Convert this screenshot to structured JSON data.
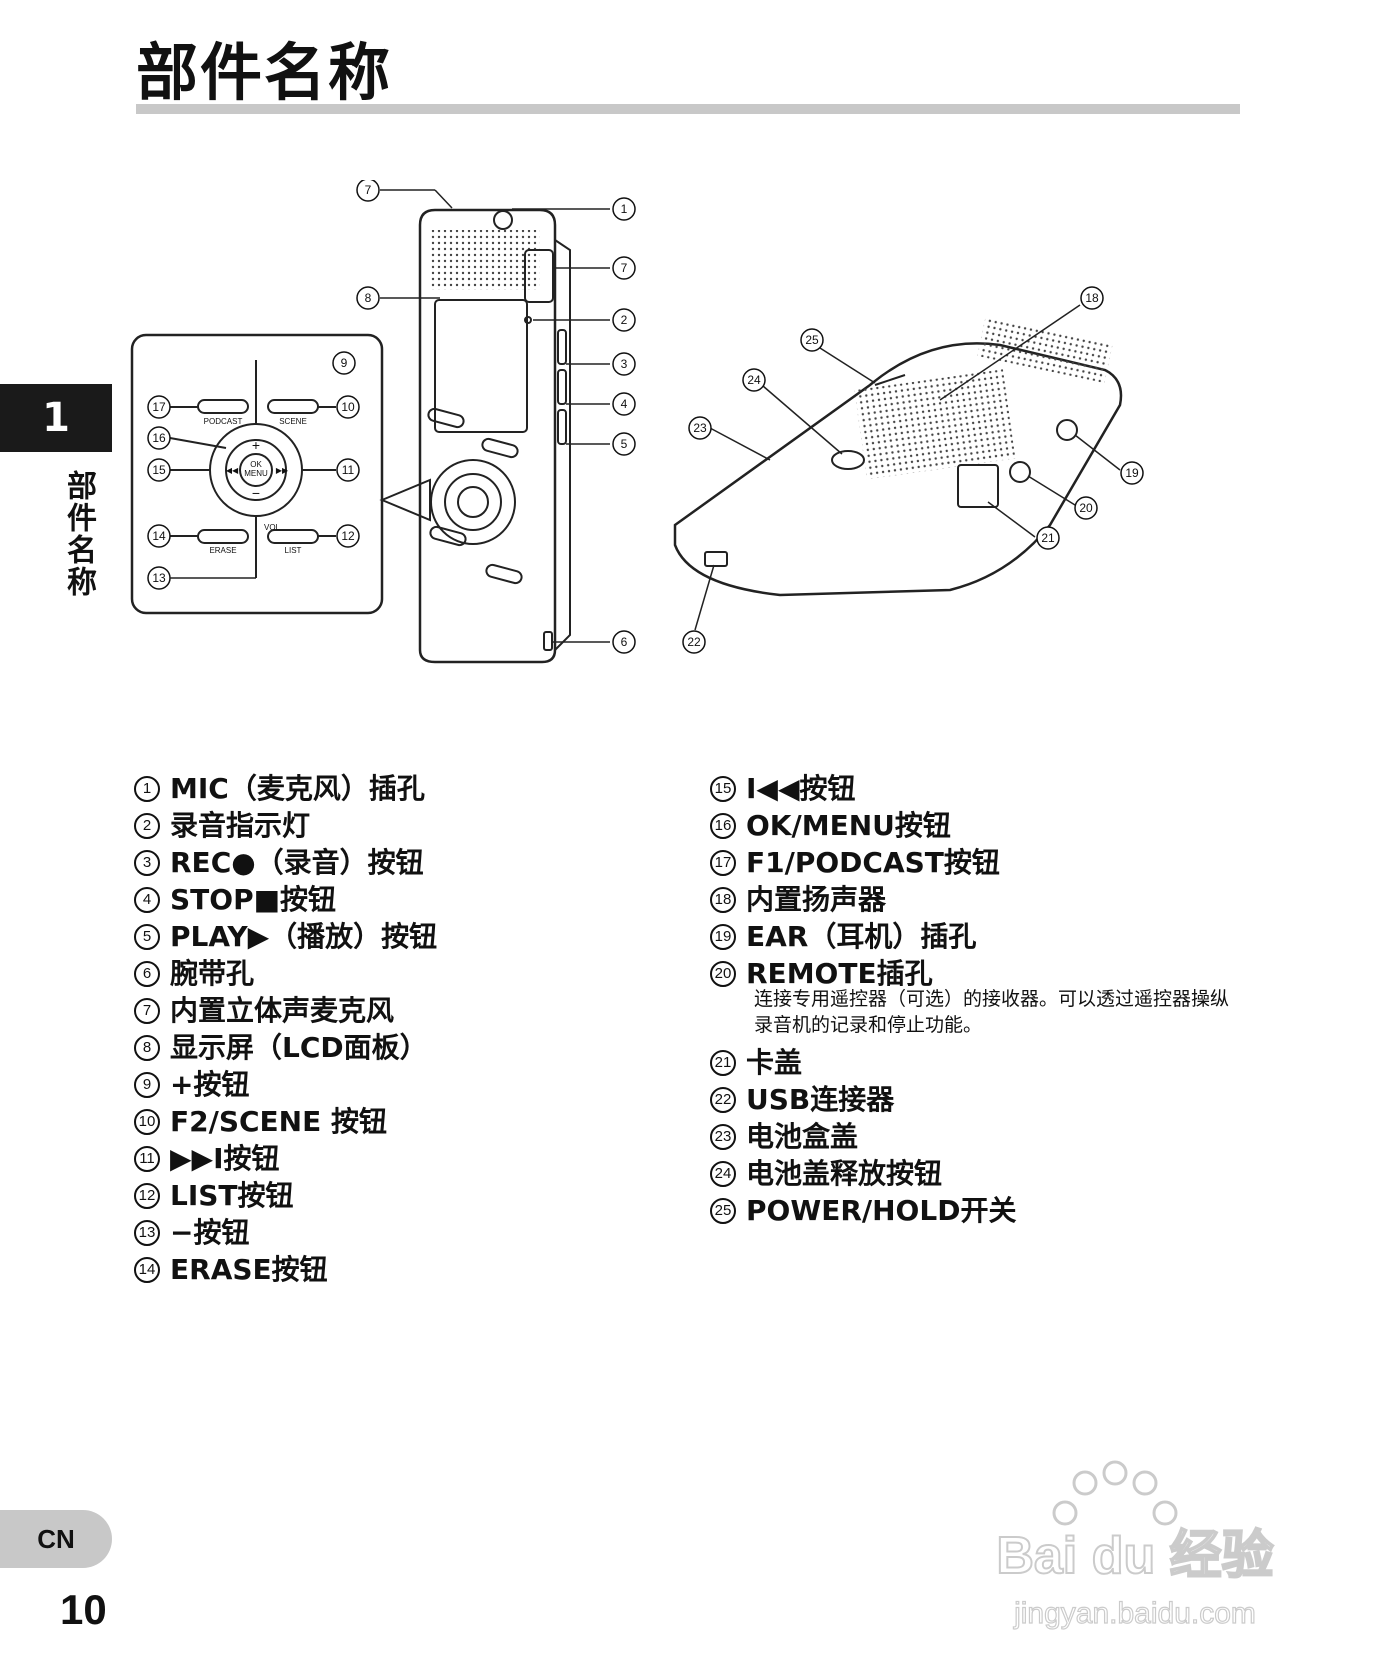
{
  "page": {
    "title": "部件名称",
    "chapter_number": "1",
    "chapter_title": "部件名称",
    "language": "CN",
    "page_number": "10"
  },
  "diagram": {
    "keypad_labels": {
      "podcast": "PODCAST",
      "scene": "SCENE",
      "plus": "+",
      "ok": "OK",
      "menu": "MENU",
      "minus": "−",
      "vol": "VOL",
      "erase": "ERASE",
      "list": "LIST",
      "rew": "◀◀",
      "ff": "▶▶"
    },
    "callouts": [
      "1",
      "2",
      "3",
      "4",
      "5",
      "6",
      "7",
      "7",
      "8",
      "9",
      "10",
      "11",
      "12",
      "13",
      "14",
      "15",
      "16",
      "17",
      "18",
      "19",
      "20",
      "21",
      "22",
      "23",
      "24",
      "25"
    ]
  },
  "parts_left": [
    {
      "num": "1",
      "label": "MIC（麦克风）插孔"
    },
    {
      "num": "2",
      "label": "录音指示灯"
    },
    {
      "num": "3",
      "label": "REC●（录音）按钮"
    },
    {
      "num": "4",
      "label": "STOP■按钮"
    },
    {
      "num": "5",
      "label": "PLAY▶（播放）按钮"
    },
    {
      "num": "6",
      "label": "腕带孔"
    },
    {
      "num": "7",
      "label": "内置立体声麦克风"
    },
    {
      "num": "8",
      "label": "显示屏（LCD面板）"
    },
    {
      "num": "9",
      "label": "+按钮"
    },
    {
      "num": "10",
      "label": "F2/SCENE 按钮"
    },
    {
      "num": "11",
      "label": "▶▶I按钮"
    },
    {
      "num": "12",
      "label": "LIST按钮"
    },
    {
      "num": "13",
      "label": "−按钮"
    },
    {
      "num": "14",
      "label": "ERASE按钮"
    }
  ],
  "parts_right": [
    {
      "num": "15",
      "label": "I◀◀按钮"
    },
    {
      "num": "16",
      "label": "OK/MENU按钮"
    },
    {
      "num": "17",
      "label": "F1/PODCAST按钮"
    },
    {
      "num": "18",
      "label": "内置扬声器"
    },
    {
      "num": "19",
      "label": "EAR（耳机）插孔"
    },
    {
      "num": "20",
      "label": "REMOTE插孔"
    },
    {
      "num": "21",
      "label": "卡盖"
    },
    {
      "num": "22",
      "label": "USB连接器"
    },
    {
      "num": "23",
      "label": "电池盒盖"
    },
    {
      "num": "24",
      "label": "电池盖释放按钮"
    },
    {
      "num": "25",
      "label": "POWER/HOLD开关"
    }
  ],
  "remote_note": "连接专用遥控器（可选）的接收器。可以透过遥控器操纵录音机的记录和停止功能。",
  "watermark": {
    "brand": "Bai du 经验",
    "url": "jingyan.baidu.com"
  },
  "colors": {
    "rule": "#c8c8c8",
    "tab": "#1a1a1a",
    "ink": "#111111"
  }
}
